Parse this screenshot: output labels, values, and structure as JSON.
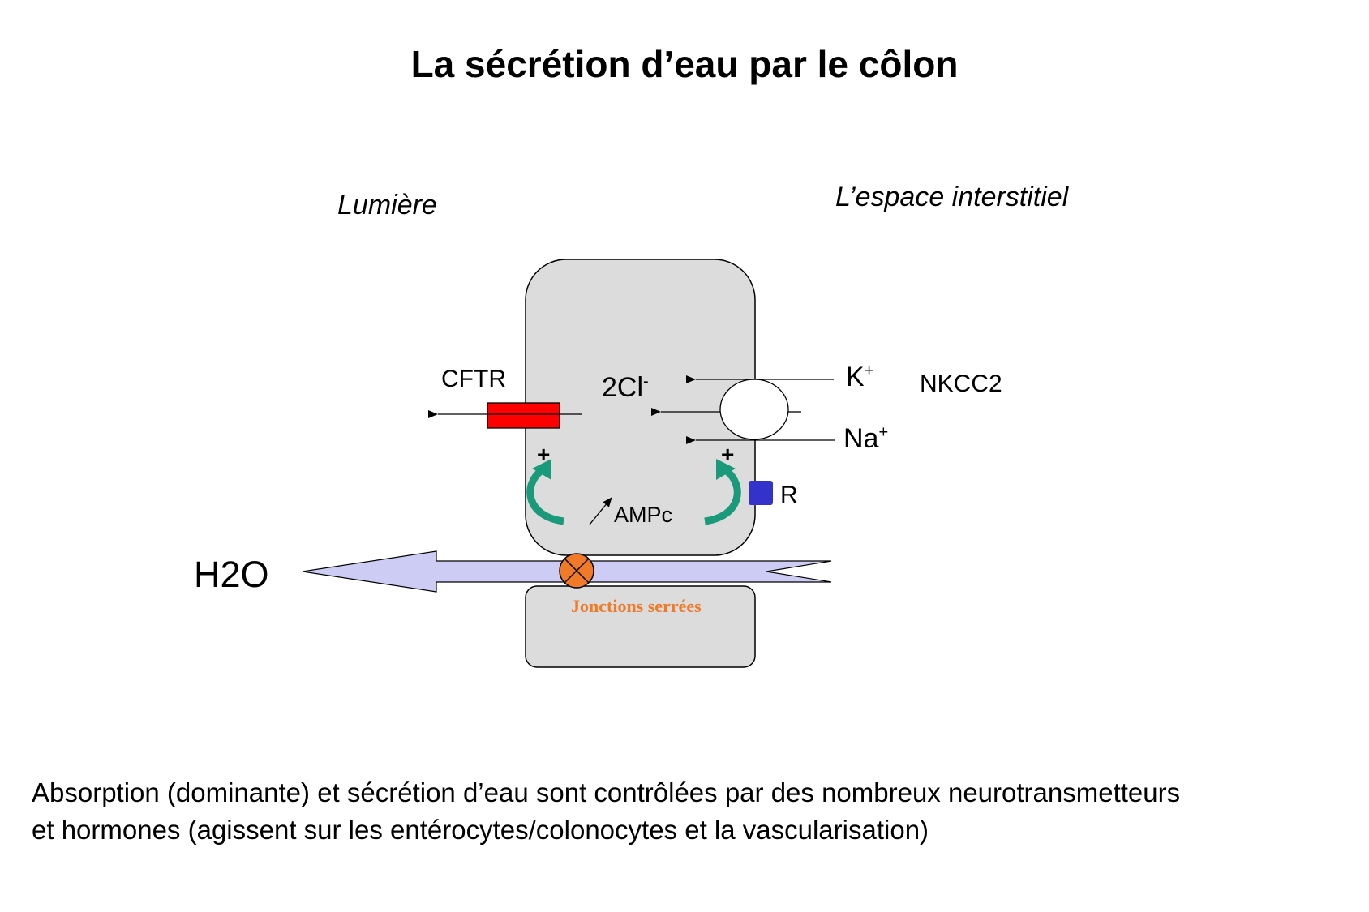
{
  "title": "La sécrétion d’eau par le côlon",
  "labels": {
    "lumen": "Lumière",
    "interstitial": "L’espace interstitiel",
    "cftr": "CFTR",
    "chloride": "2Cl",
    "chloride_sup": "-",
    "potassium": "K",
    "potassium_sup": "+",
    "sodium": "Na",
    "sodium_sup": "+",
    "nkcc2": "NKCC2",
    "receptor": "R",
    "plus_left": "+",
    "plus_right": "+",
    "ampc": "AMPc",
    "h2o": "H2O",
    "junctions": "Jonctions serrées"
  },
  "caption": {
    "line1": "Absorption (dominante) et sécrétion d’eau sont contrôlées par des nombreux neurotransmetteurs",
    "line2": "et hormones (agissent sur les entérocytes/colonocytes et la vascularisation)"
  },
  "colors": {
    "cell_fill": "#dcdcdc",
    "cftr": "#ff0000",
    "receptor": "#3333cc",
    "water_arrow": "#ccccf5",
    "junction": "#f07a28",
    "loop_arrow": "#1a9a7a",
    "junction_text": "#f07a28"
  }
}
